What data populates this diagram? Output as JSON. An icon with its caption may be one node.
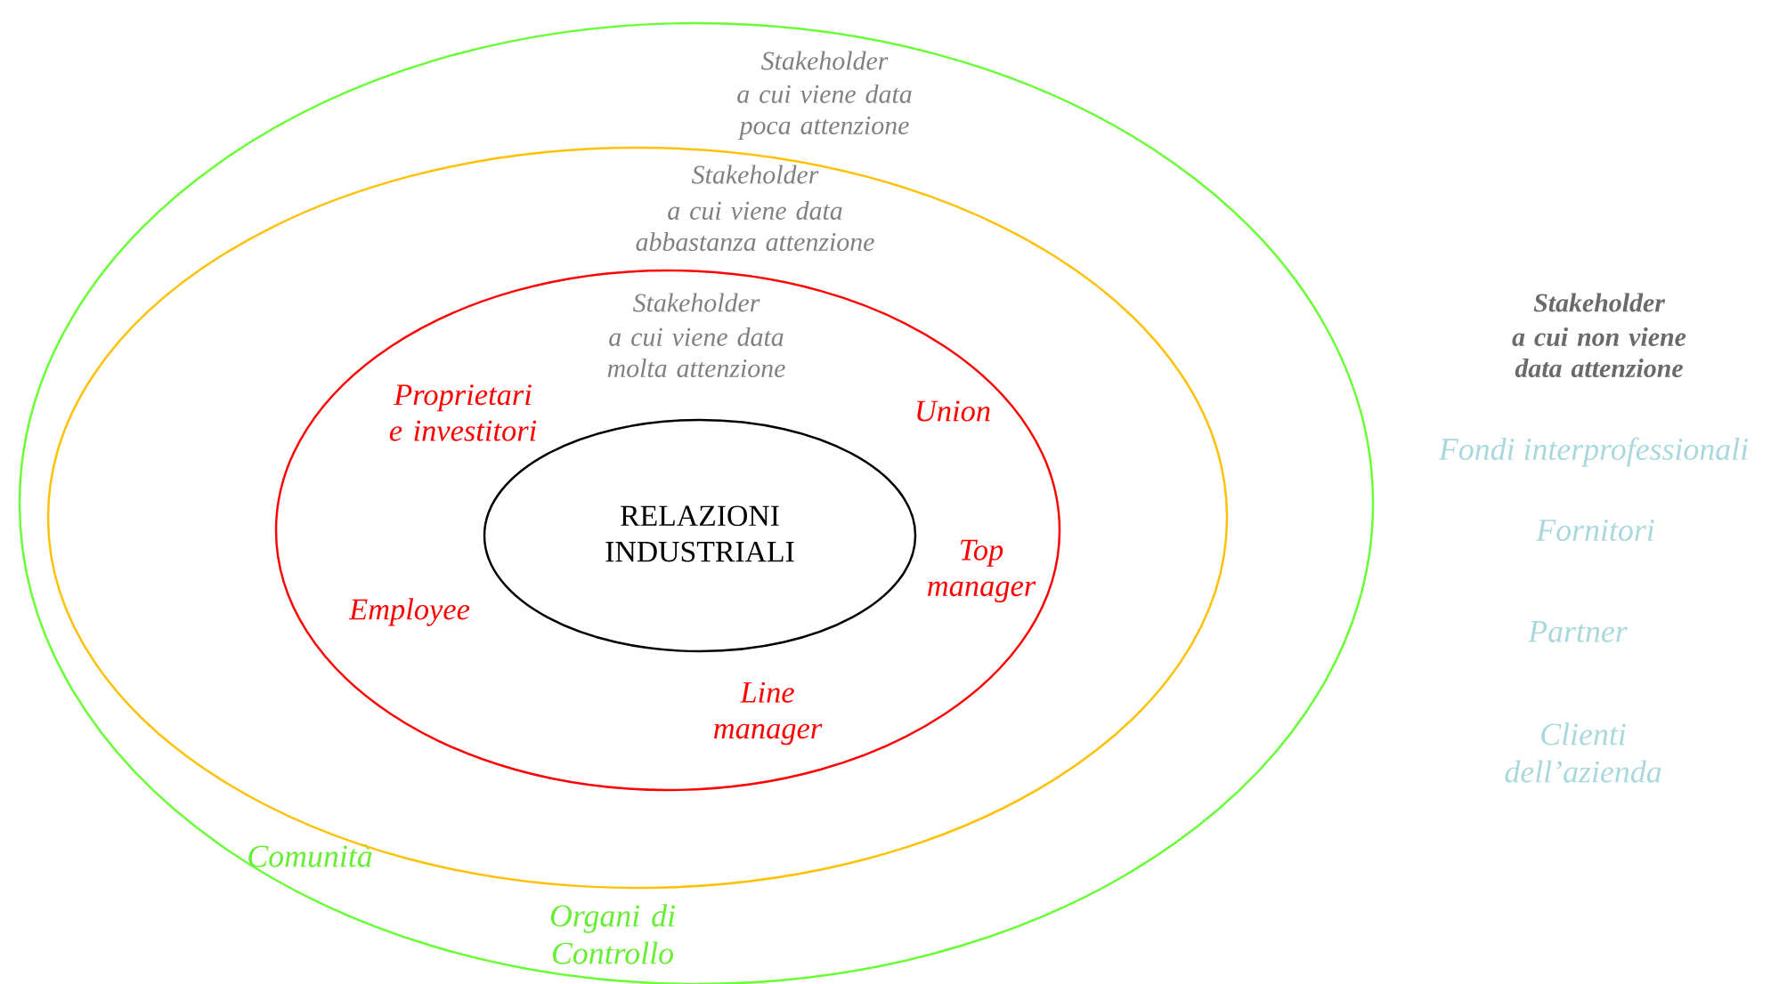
{
  "diagram": {
    "nodes": [
      {
        "text": [
          "Stakeholder",
          "a cui viene data poca attenzione",
          "Comunità",
          "Organi di Controllo"
        ]
      },
      {
        "text": [
          "Stakeholder",
          "a cui viene data abbastanza attenzione"
        ],
        "in": 0
      },
      {
        "text": [
          "Stakeholder",
          "a cui viene data molta attenzione",
          "Proprietari e investitori",
          "Union",
          "Top manager",
          "Employee",
          "Line manager"
        ],
        "in": 1
      },
      {
        "text": [
          "RELAZIONI INDUSTRIALI"
        ],
        "in": 2
      }
    ],
    "labels": [
      "Stakeholder",
      "a cui non viene data attenzione",
      "Fondi interprofessionali",
      "Fornitori",
      "Partner",
      "Clienti dell’azienda"
    ]
  }
}
